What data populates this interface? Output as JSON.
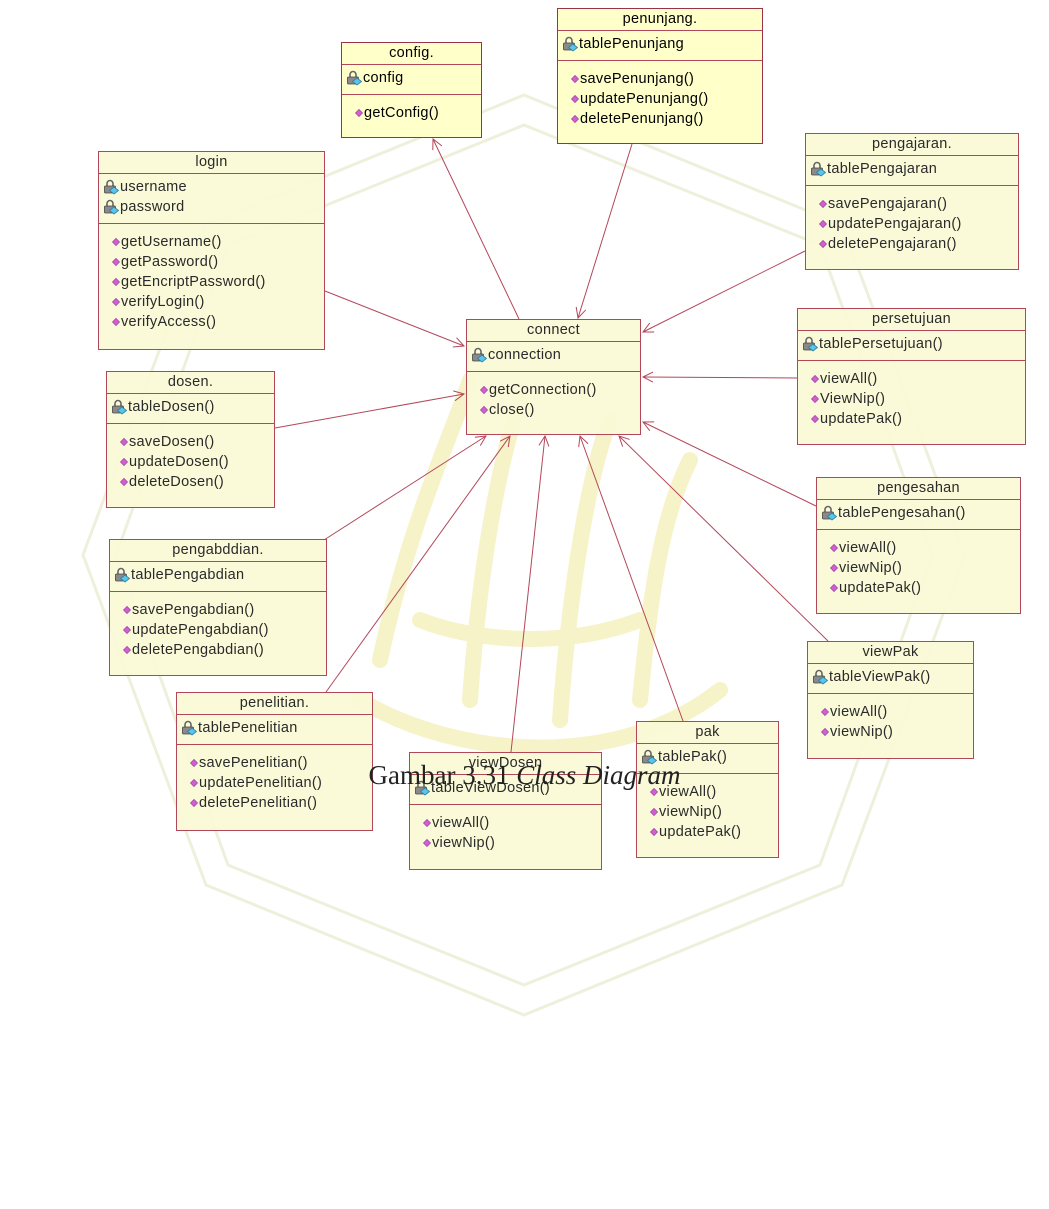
{
  "classes": [
    {
      "id": "config",
      "name": "config.",
      "attributes": [
        "config"
      ],
      "operations": [
        "getConfig()"
      ]
    },
    {
      "id": "penunjang",
      "name": "penunjang.",
      "attributes": [
        "tablePenunjang"
      ],
      "operations": [
        "savePenunjang()",
        "updatePenunjang()",
        "deletePenunjang()"
      ]
    },
    {
      "id": "login",
      "name": "login",
      "attributes": [
        "username",
        "password"
      ],
      "operations": [
        "getUsername()",
        "getPassword()",
        "getEncriptPassword()",
        "verifyLogin()",
        "verifyAccess()"
      ]
    },
    {
      "id": "pengajaran",
      "name": "pengajaran.",
      "attributes": [
        "tablePengajaran"
      ],
      "operations": [
        "savePengajaran()",
        "updatePengajaran()",
        "deletePengajaran()"
      ]
    },
    {
      "id": "connect",
      "name": "connect",
      "attributes": [
        "connection"
      ],
      "operations": [
        "getConnection()",
        "close()"
      ]
    },
    {
      "id": "persetujuan",
      "name": "persetujuan",
      "attributes": [
        "tablePersetujuan()"
      ],
      "operations": [
        "viewAll()",
        "ViewNip()",
        "updatePak()"
      ]
    },
    {
      "id": "dosen",
      "name": "dosen.",
      "attributes": [
        "tableDosen()"
      ],
      "operations": [
        "saveDosen()",
        "updateDosen()",
        "deleteDosen()"
      ]
    },
    {
      "id": "pengesahan",
      "name": "pengesahan",
      "attributes": [
        "tablePengesahan()"
      ],
      "operations": [
        "viewAll()",
        "viewNip()",
        "updatePak()"
      ]
    },
    {
      "id": "pengabdian",
      "name": "pengabddian.",
      "attributes": [
        "tablePengabdian"
      ],
      "operations": [
        "savePengabdian()",
        "updatePengabdian()",
        "deletePengabdian()"
      ]
    },
    {
      "id": "viewpak",
      "name": "viewPak",
      "attributes": [
        "tableViewPak()"
      ],
      "operations": [
        "viewAll()",
        "viewNip()"
      ]
    },
    {
      "id": "penelitian",
      "name": "penelitian.",
      "attributes": [
        "tablePenelitian"
      ],
      "operations": [
        "savePenelitian()",
        "updatePenelitian()",
        "deletePenelitian()"
      ]
    },
    {
      "id": "pak",
      "name": "pak",
      "attributes": [
        "tablePak()"
      ],
      "operations": [
        "viewAll()",
        "viewNip()",
        "updatePak()"
      ]
    },
    {
      "id": "viewdosen",
      "name": "viewDosen",
      "attributes": [
        "tableViewDosen()"
      ],
      "operations": [
        "viewAll()",
        "viewNip()"
      ]
    }
  ],
  "associations": [
    {
      "from": "connect",
      "to": "config"
    },
    {
      "from": "penunjang",
      "to": "connect"
    },
    {
      "from": "login",
      "to": "connect"
    },
    {
      "from": "pengajaran",
      "to": "connect"
    },
    {
      "from": "persetujuan",
      "to": "connect"
    },
    {
      "from": "dosen",
      "to": "connect"
    },
    {
      "from": "pengesahan",
      "to": "connect"
    },
    {
      "from": "pengabdian",
      "to": "connect"
    },
    {
      "from": "viewpak",
      "to": "connect"
    },
    {
      "from": "penelitian",
      "to": "connect"
    },
    {
      "from": "pak",
      "to": "connect"
    },
    {
      "from": "viewdosen",
      "to": "connect"
    }
  ],
  "caption": {
    "prefix": "Gambar 3.31 ",
    "title": "Class Diagram"
  },
  "colors": {
    "border": "#b3475a",
    "fill": "#fafad6",
    "highlight_fill": "#ffffc8",
    "line": "#b3475a",
    "operation_icon": "#d25fd2",
    "attribute_icon": "#5bc5e8"
  }
}
